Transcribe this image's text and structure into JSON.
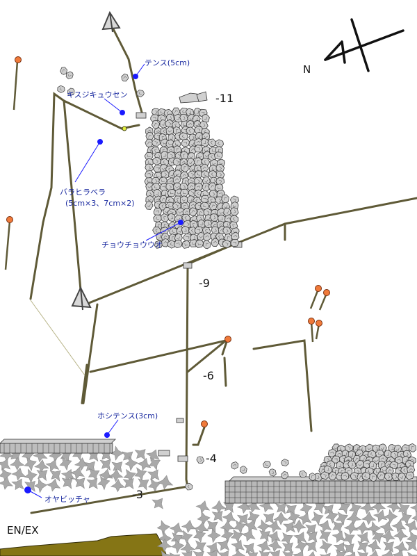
{
  "map": {
    "north_label": "N",
    "entry_label": "EN/EX",
    "depths": [
      "-11",
      "-9",
      "-6",
      "-4",
      "-3"
    ],
    "species": [
      {
        "name": "テンス(5cm)"
      },
      {
        "name": "キスジキュウセン"
      },
      {
        "name": "バラヒラベラ",
        "note": "(5cm×3、7cm×2)"
      },
      {
        "name": "チョウチョウウオ"
      },
      {
        "name": "ホシテンス(3cm)"
      },
      {
        "name": "オヤビッチャ"
      }
    ],
    "colors": {
      "rope": "#5f5a37",
      "rope_dark": "#3f3c22",
      "marker": "#1a1aff",
      "buoy": "#f07a3a",
      "tetrapod": "#a8a8a8",
      "ground": "#8a7a18",
      "label": "#1a2aa0"
    }
  }
}
